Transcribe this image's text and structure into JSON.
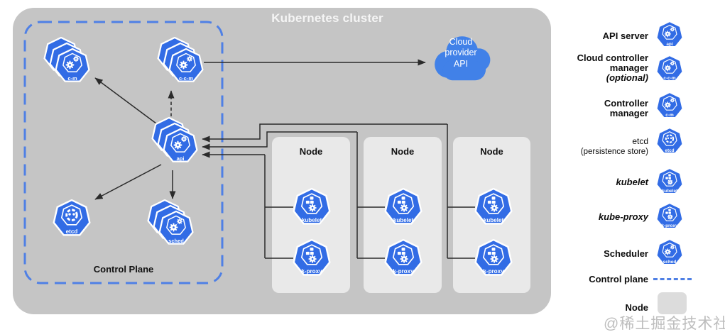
{
  "title": "Kubernetes cluster",
  "control_plane": {
    "label": "Control Plane"
  },
  "cloud": {
    "label": "Cloud\nprovider\nAPI"
  },
  "components": {
    "cm": {
      "label": "c-m"
    },
    "ccm": {
      "label": "c-c-m"
    },
    "api": {
      "label": "api"
    },
    "etcd": {
      "label": "etcd"
    },
    "sched": {
      "label": "sched"
    }
  },
  "nodes": [
    {
      "label": "Node",
      "kubelet": "kubelet",
      "kproxy": "k-proxy"
    },
    {
      "label": "Node",
      "kubelet": "kubelet",
      "kproxy": "k-proxy"
    },
    {
      "label": "Node",
      "kubelet": "kubelet",
      "kproxy": "k-proxy"
    }
  ],
  "legend": {
    "api": {
      "label": "API server",
      "badge": "api"
    },
    "ccm": {
      "line1": "Cloud controller",
      "line2": "manager",
      "line3": "(optional)",
      "badge": "c-c-m"
    },
    "cm": {
      "line1": "Controller",
      "line2": "manager",
      "badge": "c-m"
    },
    "etcd": {
      "line1": "etcd",
      "line2": "(persistence store)",
      "badge": "etcd"
    },
    "kubelet": {
      "label": "kubelet",
      "badge": "kubelet"
    },
    "kproxy": {
      "label": "kube-proxy",
      "badge": "k-proxy"
    },
    "sched": {
      "label": "Scheduler",
      "badge": "sched"
    },
    "control_plane": {
      "label": "Control plane"
    },
    "node": {
      "label": "Node"
    }
  },
  "watermark": "@稀土掘金技术社区",
  "colors": {
    "k8s_blue": "#326ce5",
    "cloud_blue": "#4181e8",
    "dash_blue": "#4f80e5",
    "cluster_gray": "#c5c5c5",
    "node_gray": "#e9e9e9",
    "line": "#2b2b2b"
  }
}
